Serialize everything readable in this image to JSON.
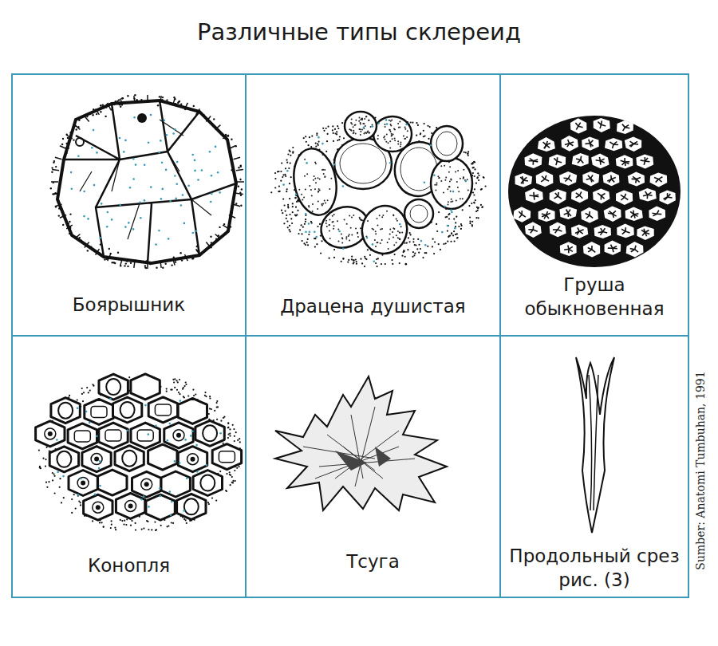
{
  "diagram": {
    "title": "Различные типы склереид",
    "nodes": [
      {
        "text": [
          "Боярышник"
        ]
      },
      {
        "text": [
          "Драцена душистая"
        ]
      },
      {
        "text": [
          "Груша обыкновенная"
        ]
      },
      {
        "text": [
          "Конопля"
        ]
      },
      {
        "text": [
          "Тсуга"
        ]
      },
      {
        "text": [
          "Продольный срез рис. (3)"
        ]
      }
    ],
    "labels": [
      "Sumber: Anatomi Tumbuhan, 1991"
    ]
  }
}
